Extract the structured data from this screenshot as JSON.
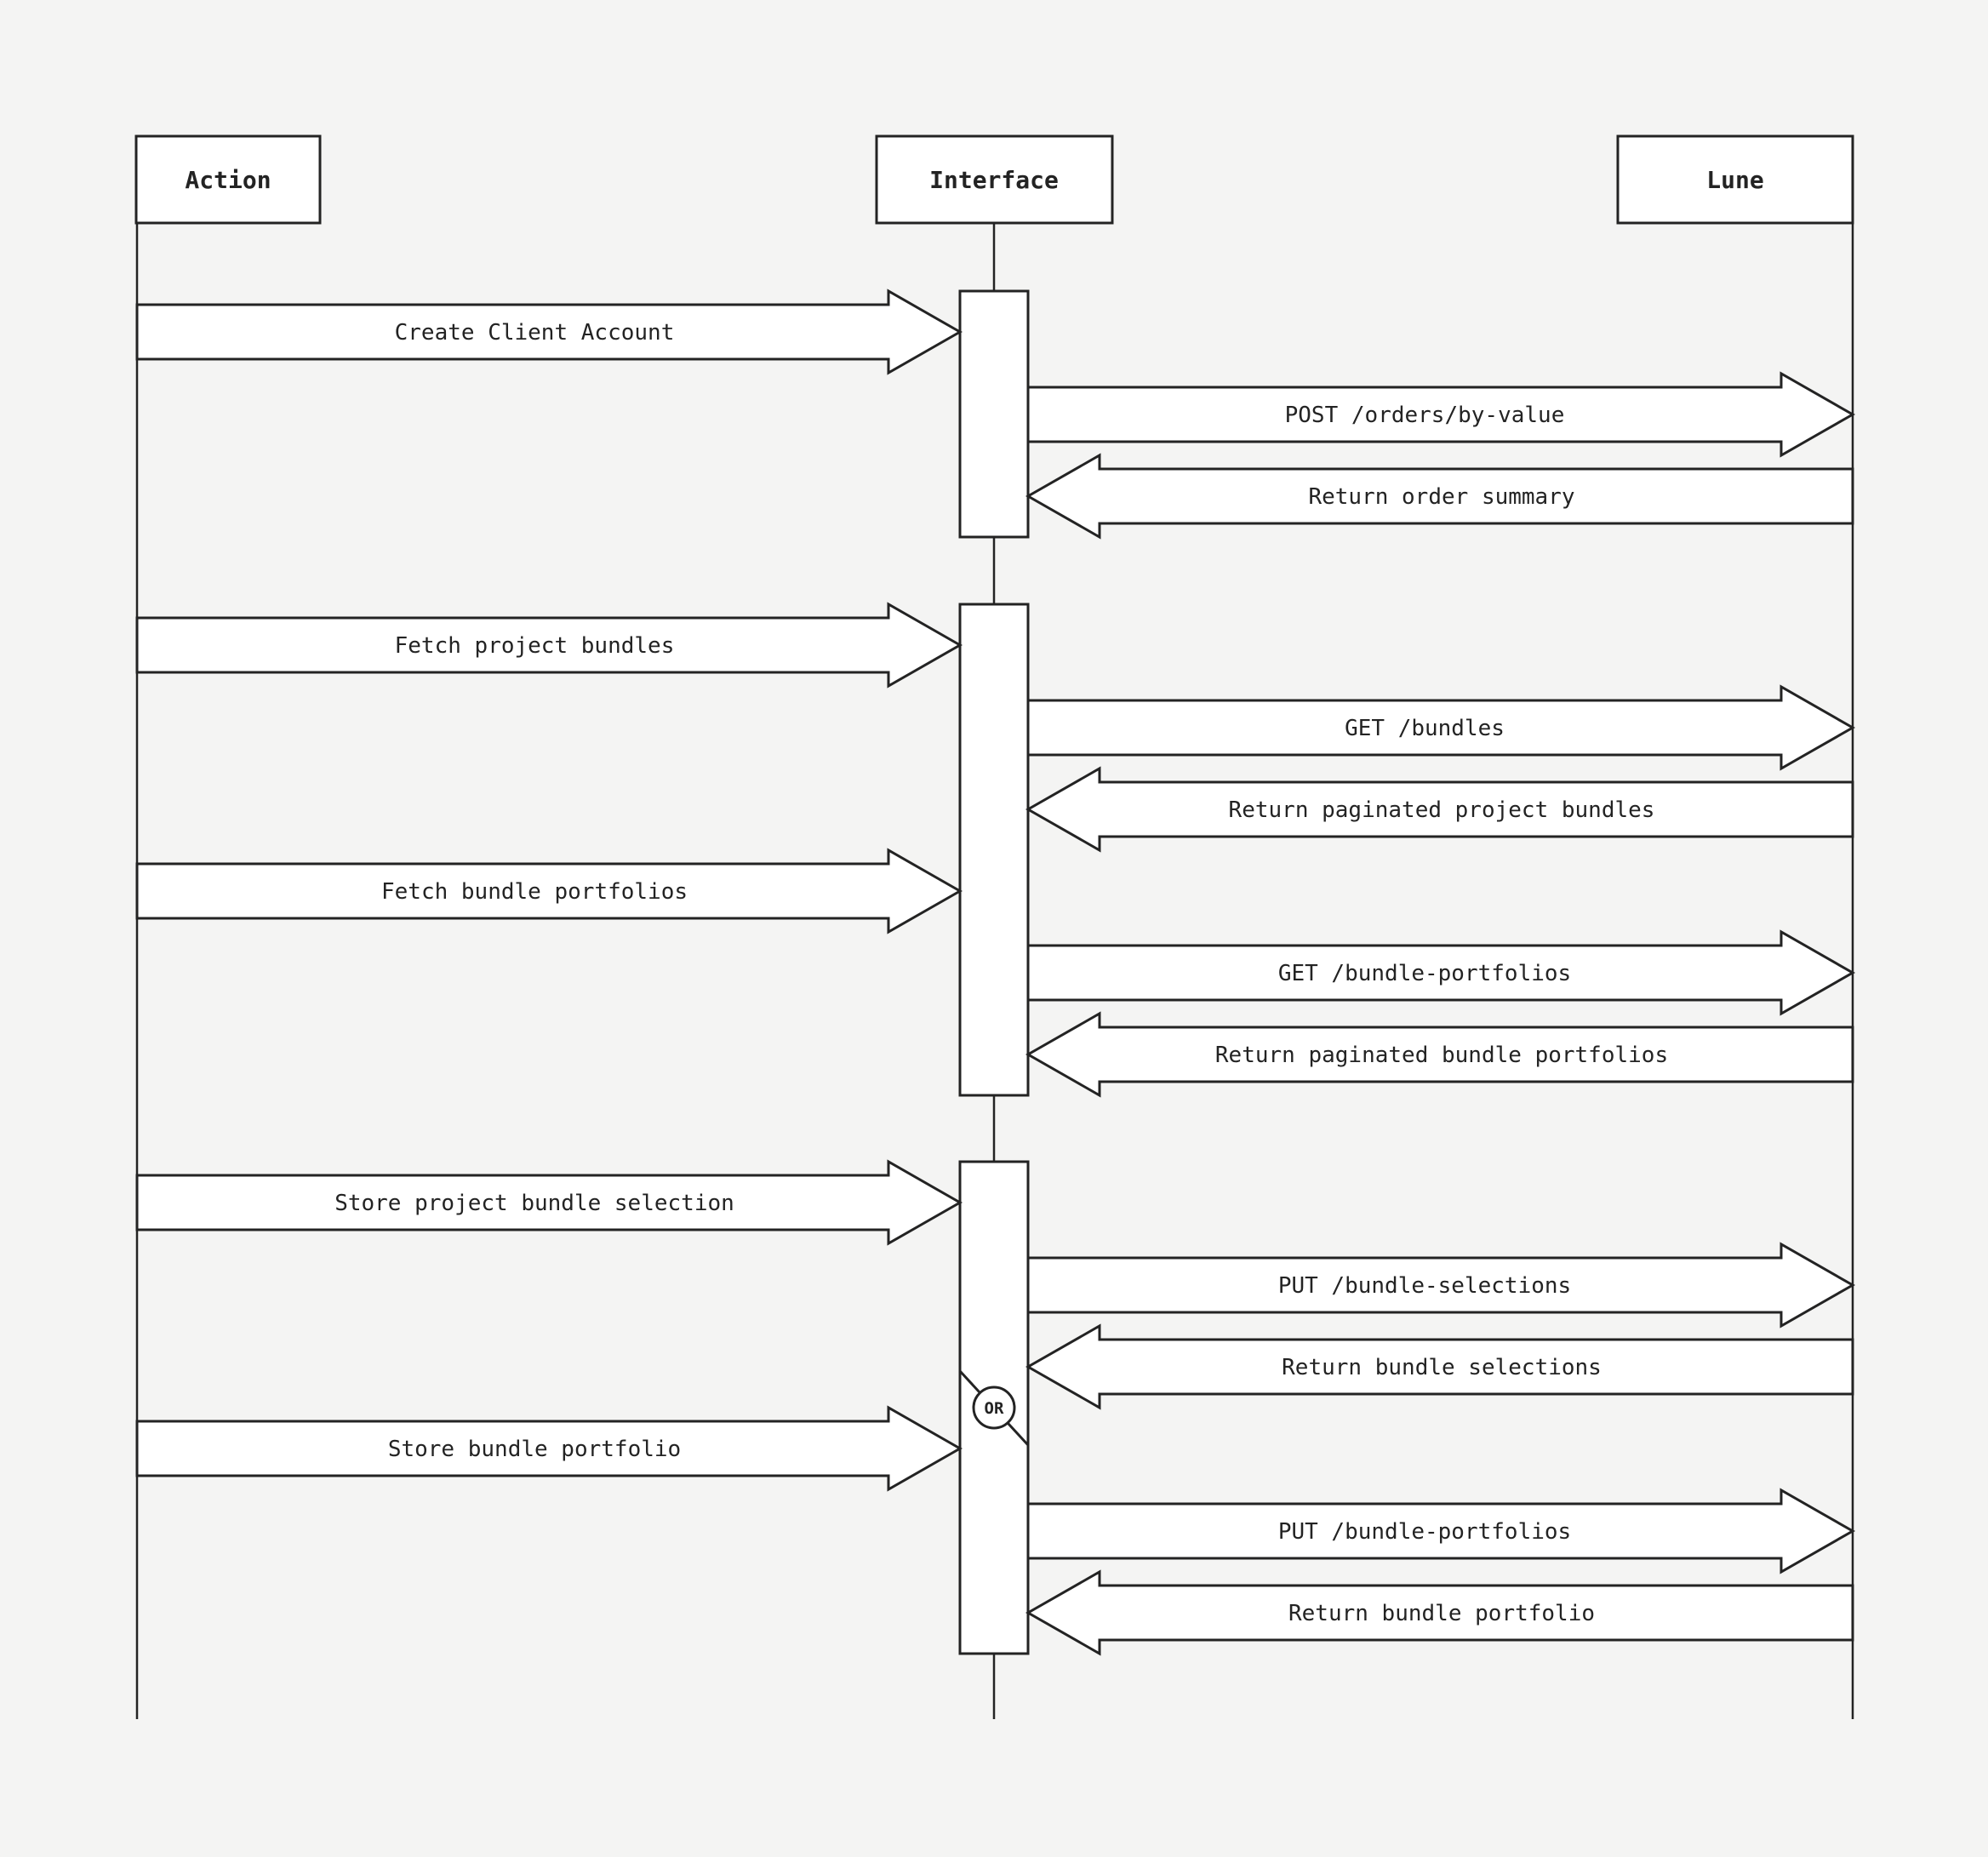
{
  "diagram": {
    "background_color": "#f4f4f3",
    "line_color": "#232323",
    "shape_fill_color": "#ffffff",
    "participants": [
      {
        "id": "action",
        "label": "Action"
      },
      {
        "id": "interface",
        "label": "Interface"
      },
      {
        "id": "lune",
        "label": "Lune"
      }
    ],
    "or_label": "OR",
    "messages": [
      {
        "from": "Action",
        "to": "Interface",
        "label": "Create Client Account"
      },
      {
        "from": "Interface",
        "to": "Lune",
        "label": "POST /orders/by-value"
      },
      {
        "from": "Lune",
        "to": "Interface",
        "label": "Return order summary"
      },
      {
        "from": "Action",
        "to": "Interface",
        "label": "Fetch project bundles"
      },
      {
        "from": "Interface",
        "to": "Lune",
        "label": "GET /bundles"
      },
      {
        "from": "Lune",
        "to": "Interface",
        "label": "Return paginated project bundles"
      },
      {
        "from": "Action",
        "to": "Interface",
        "label": "Fetch bundle portfolios"
      },
      {
        "from": "Interface",
        "to": "Lune",
        "label": "GET /bundle-portfolios"
      },
      {
        "from": "Lune",
        "to": "Interface",
        "label": "Return paginated bundle portfolios"
      },
      {
        "from": "Action",
        "to": "Interface",
        "label": "Store project bundle selection"
      },
      {
        "from": "Interface",
        "to": "Lune",
        "label": "PUT /bundle-selections"
      },
      {
        "from": "Lune",
        "to": "Interface",
        "label": "Return bundle selections"
      },
      {
        "from": "Action",
        "to": "Interface",
        "label": "Store bundle portfolio"
      },
      {
        "from": "Interface",
        "to": "Lune",
        "label": "PUT /bundle-portfolios"
      },
      {
        "from": "Lune",
        "to": "Interface",
        "label": "Return bundle portfolio"
      }
    ]
  }
}
